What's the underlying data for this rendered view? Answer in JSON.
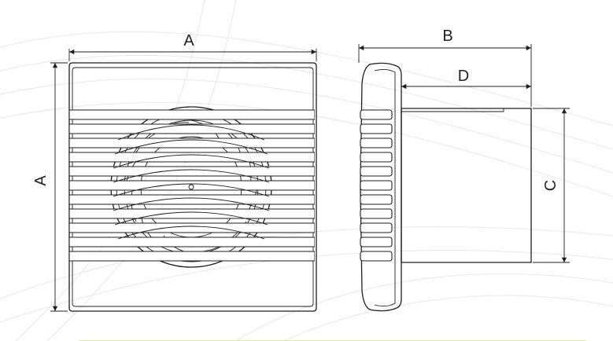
{
  "labels": {
    "front_width": "A",
    "front_height": "A",
    "side_depth": "B",
    "duct_depth": "D",
    "duct_height": "C"
  },
  "colors": {
    "line": "#1e1e1e",
    "background_swirl": "#e6e8ea",
    "footer_accent": "#d8ec9c"
  }
}
